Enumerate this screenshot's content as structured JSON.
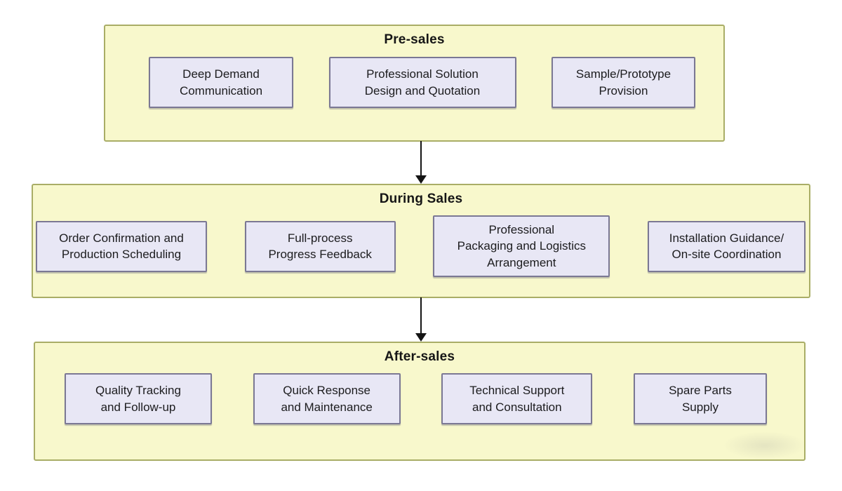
{
  "colors": {
    "page_background": "#ffffff",
    "stage_band_fill": "#f8f8cc",
    "stage_band_border": "#a9ad66",
    "process_box_fill": "#e8e7f5",
    "process_box_border": "#7b7894",
    "text": "#1c1c1e",
    "arrow": "#141414"
  },
  "stages": [
    {
      "title": "Pre-sales",
      "items": [
        {
          "label": "Deep Demand\nCommunication"
        },
        {
          "label": "Professional Solution\nDesign and Quotation"
        },
        {
          "label": "Sample/Prototype\nProvision"
        }
      ]
    },
    {
      "title": "During Sales",
      "items": [
        {
          "label": "Order Confirmation and\nProduction Scheduling"
        },
        {
          "label": "Full-process\nProgress Feedback"
        },
        {
          "label": "Professional\nPackaging and Logistics\nArrangement"
        },
        {
          "label": "Installation Guidance/\nOn-site Coordination"
        }
      ]
    },
    {
      "title": "After-sales",
      "items": [
        {
          "label": "Quality Tracking\nand Follow-up"
        },
        {
          "label": "Quick Response\nand Maintenance"
        },
        {
          "label": "Technical Support\nand Consultation"
        },
        {
          "label": "Spare Parts\nSupply"
        }
      ]
    }
  ],
  "connectors": [
    {
      "from": "Pre-sales",
      "to": "During Sales",
      "type": "arrow-down"
    },
    {
      "from": "During Sales",
      "to": "After-sales",
      "type": "arrow-down"
    }
  ]
}
